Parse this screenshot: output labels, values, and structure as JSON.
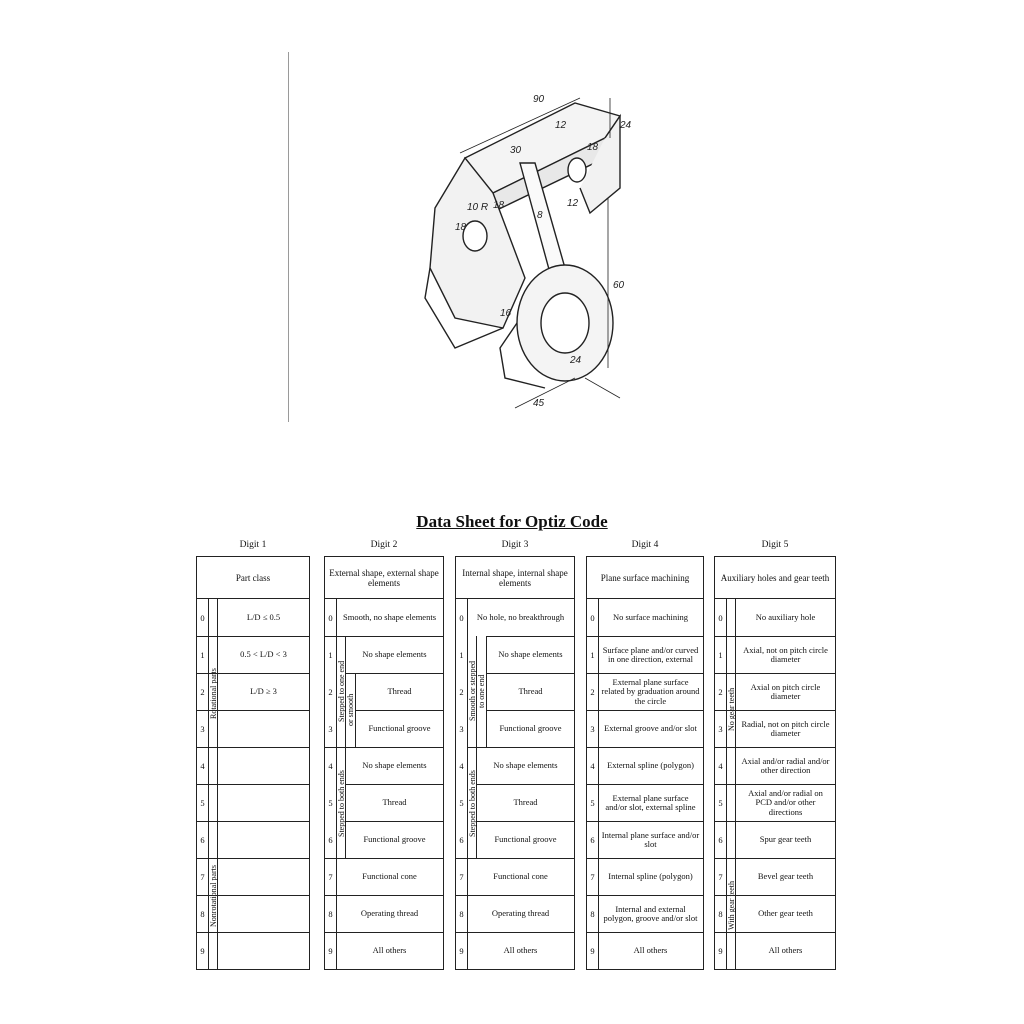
{
  "drawing": {
    "dimensions": [
      "90",
      "12",
      "24",
      "30",
      "18",
      "12",
      "8",
      "18",
      "10 R",
      "18",
      "60",
      "16",
      "24",
      "45"
    ]
  },
  "sheet": {
    "title": "Data Sheet for Optiz Code",
    "digit1": {
      "label": "Digit 1",
      "header": "Part class",
      "group_rotational": "Rotational parts",
      "group_nonrotational": "Nonrotational parts",
      "rows": [
        {
          "n": "0",
          "t": "L/D ≤ 0.5"
        },
        {
          "n": "1",
          "t": "0.5 < L/D < 3"
        },
        {
          "n": "2",
          "t": "L/D ≥ 3"
        },
        {
          "n": "3",
          "t": ""
        },
        {
          "n": "4",
          "t": ""
        },
        {
          "n": "5",
          "t": ""
        },
        {
          "n": "6",
          "t": ""
        },
        {
          "n": "7",
          "t": ""
        },
        {
          "n": "8",
          "t": ""
        },
        {
          "n": "9",
          "t": ""
        }
      ]
    },
    "digit2": {
      "label": "Digit 2",
      "header": "External shape, external shape elements",
      "group_one_end": "Stepped to one end",
      "group_one_end_sub": "or smooth",
      "group_both_ends": "Stepped to both ends",
      "rows": [
        {
          "n": "0",
          "t": "Smooth, no shape elements"
        },
        {
          "n": "1",
          "t": "No shape elements"
        },
        {
          "n": "2",
          "t": "Thread"
        },
        {
          "n": "3",
          "t": "Functional groove"
        },
        {
          "n": "4",
          "t": "No shape elements"
        },
        {
          "n": "5",
          "t": "Thread"
        },
        {
          "n": "6",
          "t": "Functional groove"
        },
        {
          "n": "7",
          "t": "Functional cone"
        },
        {
          "n": "8",
          "t": "Operating thread"
        },
        {
          "n": "9",
          "t": "All others"
        }
      ]
    },
    "digit3": {
      "label": "Digit 3",
      "header": "Internal shape, internal shape elements",
      "group_one_end": "Smooth or stepped",
      "group_one_end_sub": "to one end",
      "group_both_ends": "Stepped to both ends",
      "rows": [
        {
          "n": "0",
          "t": "No hole, no breakthrough"
        },
        {
          "n": "1",
          "t": "No shape elements"
        },
        {
          "n": "2",
          "t": "Thread"
        },
        {
          "n": "3",
          "t": "Functional groove"
        },
        {
          "n": "4",
          "t": "No shape elements"
        },
        {
          "n": "5",
          "t": "Thread"
        },
        {
          "n": "6",
          "t": "Functional groove"
        },
        {
          "n": "7",
          "t": "Functional cone"
        },
        {
          "n": "8",
          "t": "Operating thread"
        },
        {
          "n": "9",
          "t": "All others"
        }
      ]
    },
    "digit4": {
      "label": "Digit 4",
      "header": "Plane surface machining",
      "rows": [
        {
          "n": "0",
          "t": "No surface machining"
        },
        {
          "n": "1",
          "t": "Surface plane and/or curved in one direction, external"
        },
        {
          "n": "2",
          "t": "External plane surface related by graduation around the circle"
        },
        {
          "n": "3",
          "t": "External groove and/or slot"
        },
        {
          "n": "4",
          "t": "External spline (polygon)"
        },
        {
          "n": "5",
          "t": "External plane surface and/or slot, external spline"
        },
        {
          "n": "6",
          "t": "Internal plane surface and/or slot"
        },
        {
          "n": "7",
          "t": "Internal spline (polygon)"
        },
        {
          "n": "8",
          "t": "Internal and external polygon, groove and/or slot"
        },
        {
          "n": "9",
          "t": "All others"
        }
      ]
    },
    "digit5": {
      "label": "Digit 5",
      "header": "Auxiliary holes and gear teeth",
      "group_no_gear": "No gear teeth",
      "group_with_gear": "With gear teeth",
      "rows": [
        {
          "n": "0",
          "t": "No auxiliary hole"
        },
        {
          "n": "1",
          "t": "Axial, not on pitch circle diameter"
        },
        {
          "n": "2",
          "t": "Axial on pitch circle diameter"
        },
        {
          "n": "3",
          "t": "Radial, not on pitch circle diameter"
        },
        {
          "n": "4",
          "t": "Axial and/or radial and/or other direction"
        },
        {
          "n": "5",
          "t": "Axial and/or radial on PCD and/or other directions"
        },
        {
          "n": "6",
          "t": "Spur gear teeth"
        },
        {
          "n": "7",
          "t": "Bevel gear teeth"
        },
        {
          "n": "8",
          "t": "Other gear teeth"
        },
        {
          "n": "9",
          "t": "All others"
        }
      ]
    }
  }
}
